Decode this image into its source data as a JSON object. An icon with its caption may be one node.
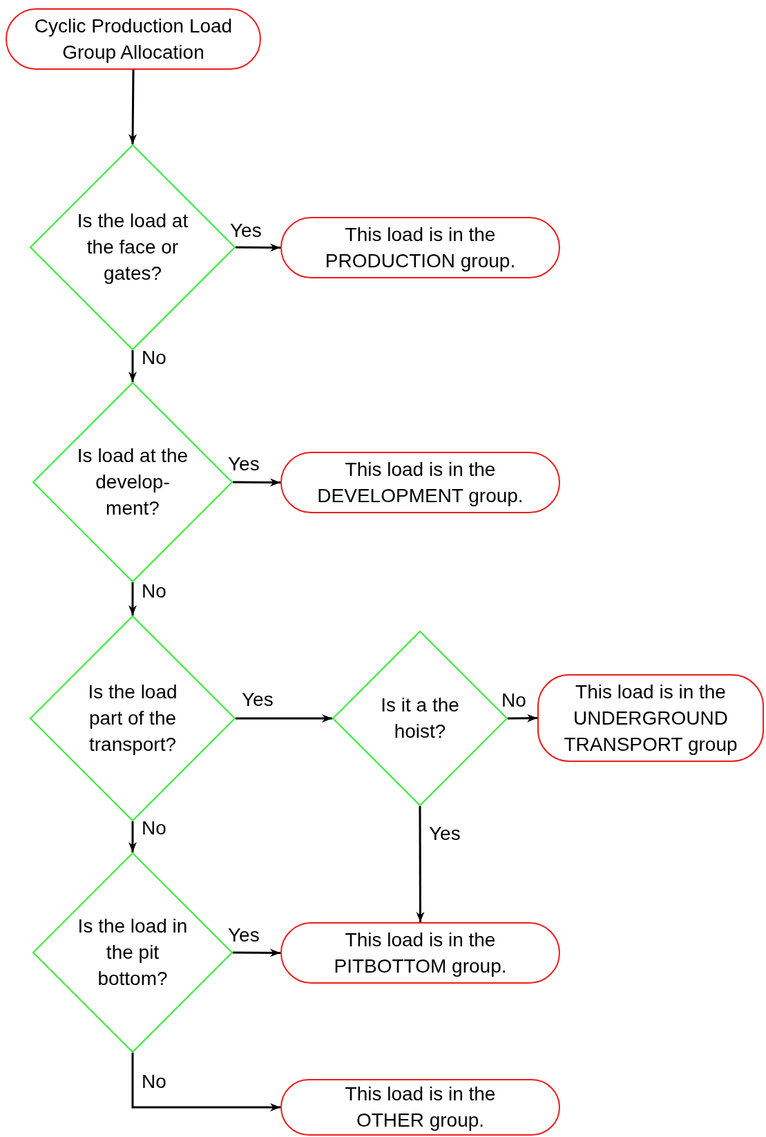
{
  "diagram": {
    "nodes": [
      {
        "text": [
          "Cyclic Production Load Group Allocation"
        ]
      },
      {
        "text": [
          "Is the load at the face or gates?"
        ]
      },
      {
        "text": [
          "This load is in the PRODUCTION group."
        ]
      },
      {
        "text": [
          "Is load at the develop- ment?"
        ]
      },
      {
        "text": [
          "This load is in the DEVELOPMENT group."
        ]
      },
      {
        "text": [
          "Is the load part of the transport?"
        ]
      },
      {
        "text": [
          "Is it a the hoist?"
        ]
      },
      {
        "text": [
          "This load is in the UNDERGROUND TRANSPORT group"
        ]
      },
      {
        "text": [
          "Is the load in the pit bottom?"
        ]
      },
      {
        "text": [
          "This load is in the PITBOTTOM group."
        ]
      },
      {
        "text": [
          "This load is in the OTHER group."
        ]
      }
    ],
    "edges": [
      {
        "from": 0,
        "to": 1,
        "arrow": "to"
      },
      {
        "from": 1,
        "to": 2,
        "arrow": "to",
        "label": "Yes"
      },
      {
        "from": 1,
        "to": 3,
        "arrow": "to",
        "label": "No"
      },
      {
        "from": 3,
        "to": 4,
        "arrow": "to",
        "label": "Yes"
      },
      {
        "from": 3,
        "to": 5,
        "arrow": "to",
        "label": "No"
      },
      {
        "from": 5,
        "to": 6,
        "arrow": "to",
        "label": "Yes"
      },
      {
        "from": 6,
        "to": 7,
        "arrow": "to",
        "label": "No"
      },
      {
        "from": 6,
        "to": 9,
        "arrow": "to",
        "label": "Yes"
      },
      {
        "from": 5,
        "to": 8,
        "arrow": "to",
        "label": "No"
      },
      {
        "from": 8,
        "to": 9,
        "arrow": "to",
        "label": "Yes"
      },
      {
        "from": 8,
        "to": 10,
        "arrow": "to",
        "label": "No"
      }
    ]
  }
}
